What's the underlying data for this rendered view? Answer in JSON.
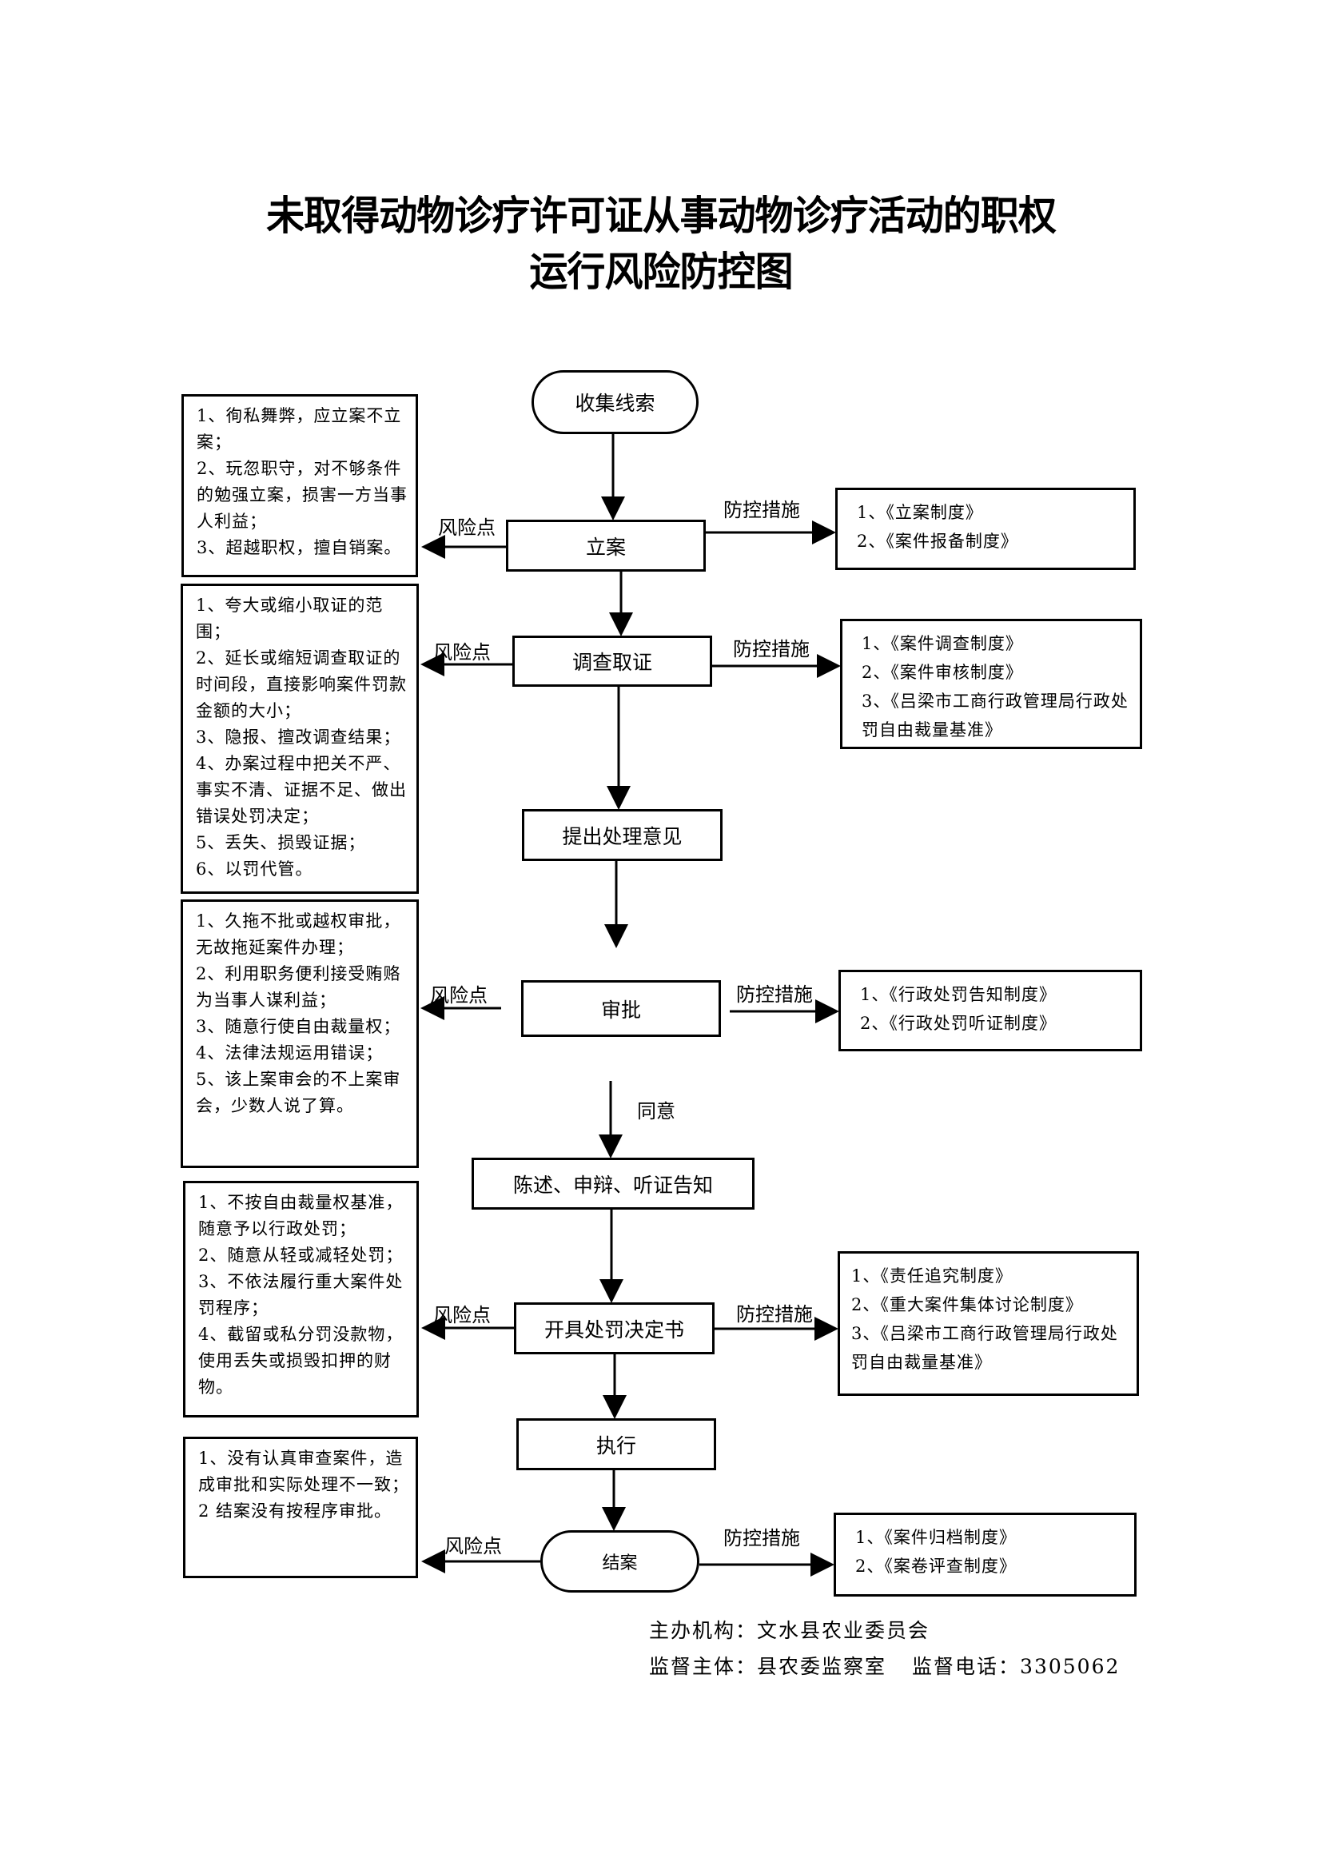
{
  "title": {
    "line1": "未取得动物诊疗许可证从事动物诊疗活动的职权",
    "line2": "运行风险防控图"
  },
  "flow": {
    "start": "收集线索",
    "filing": "立案",
    "investigation": "调查取证",
    "proposal": "提出处理意见",
    "approval": "审批",
    "approval_branch": "同意",
    "notice": "陈述、申辩、听证告知",
    "decision": "开具处罚决定书",
    "execution": "执行",
    "closing": "结案"
  },
  "labels": {
    "risk_point": "风险点",
    "control_measure": "防控措施"
  },
  "risks": [
    [
      "1、徇私舞弊，应立案不立案；",
      "2、玩忽职守，对不够条件的勉强立案，损害一方当事人利益；",
      "3、超越职权，擅自销案。"
    ],
    [
      "1、夸大或缩小取证的范围；",
      "2、延长或缩短调查取证的时间段，直接影响案件罚款金额的大小；",
      "3、隐报、擅改调查结果；",
      "4、办案过程中把关不严、事实不清、证据不足、做出错误处罚决定；",
      "5、丢失、损毁证据；",
      "6、以罚代管。"
    ],
    [
      "1、久拖不批或越权审批，无故拖延案件办理；",
      "2、利用职务便利接受贿赂为当事人谋利益；",
      "3、随意行使自由裁量权；",
      "4、法律法规运用错误；",
      "5、该上案审会的不上案审会，少数人说了算。"
    ],
    [
      "1、不按自由裁量权基准，随意予以行政处罚；",
      "2、随意从轻或减轻处罚；",
      "3、不依法履行重大案件处罚程序；",
      "4、截留或私分罚没款物，使用丢失或损毁扣押的财物。"
    ],
    [
      "1、没有认真审查案件，造成审批和实际处理不一致；",
      "2 结案没有按程序审批。"
    ]
  ],
  "controls": [
    [
      "1、《立案制度》",
      "2、《案件报备制度》"
    ],
    [
      "1、《案件调查制度》",
      "2、《案件审核制度》",
      "3、《吕梁市工商行政管理局行政处罚自由裁量基准》"
    ],
    [
      "1、《行政处罚告知制度》",
      "2、《行政处罚听证制度》"
    ],
    [
      "1、《责任追究制度》",
      "2、《重大案件集体讨论制度》",
      "3、《吕梁市工商行政管理局行政处罚自由裁量基准》"
    ],
    [
      "1、《案件归档制度》",
      "2、《案卷评查制度》"
    ]
  ],
  "footer": {
    "organizer_label": "主办机构：",
    "organizer": "文水县农业委员会",
    "supervisor_label": "监督主体：",
    "supervisor": "县农委监察室",
    "phone_label": "监督电话：",
    "phone": "3305062"
  }
}
